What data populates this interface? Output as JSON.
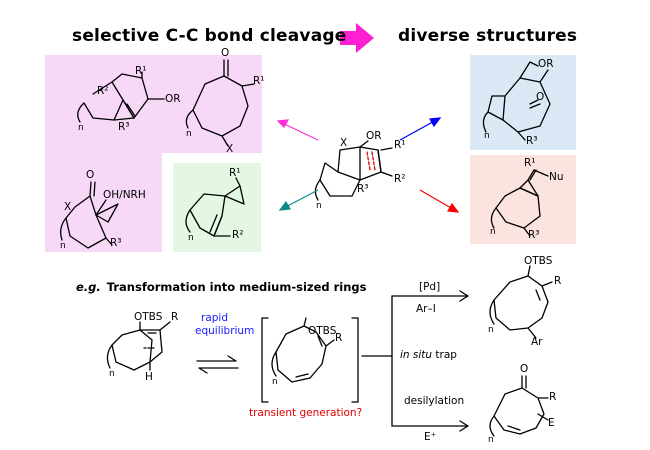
{
  "headings": {
    "left": "selective C-C bond cleavage",
    "right": "diverse structures"
  },
  "example": {
    "prefix": "e.g.",
    "title": "Transformation into medium-sized rings"
  },
  "labels": {
    "R1": "R¹",
    "R2": "R²",
    "R3": "R³",
    "R": "R",
    "OR": "OR",
    "OTBS": "OTBS",
    "O": "O",
    "X": "X",
    "n": "n",
    "H": "H",
    "E": "E",
    "Ar": "Ar",
    "Nu": "Nu",
    "OH_NRH": "OH/NRH"
  },
  "conditions": {
    "rapid": "rapid",
    "equilibrium": "equilibrium",
    "transient": "transient generation?",
    "pd": "[Pd]",
    "ar_i": "Ar–I",
    "in_situ": "in situ",
    "trap": "trap",
    "desilylation": "desilylation",
    "e_plus": "E⁺"
  },
  "colors": {
    "pink_box": "#f7d9f7",
    "green_box": "#e3f7e3",
    "blue_box": "#dbe9f7",
    "salmon_box": "#fbe3df",
    "big_arrow": "#ff1fd2",
    "arrow_magenta": "#ff2fd5",
    "arrow_blue": "#0000ff",
    "arrow_teal": "#0b8a8a",
    "arrow_red": "#ff0000",
    "text_blue": "#1a1aff",
    "text_red": "#e00000"
  }
}
